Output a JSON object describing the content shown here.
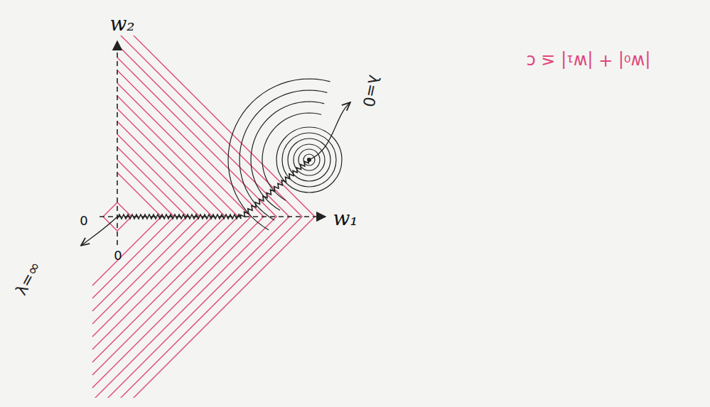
{
  "diagram": {
    "labels": [
      "w₂",
      "w₁",
      "0",
      "0",
      "λ=∞",
      "λ=0",
      "|w₀| + |w₁| ≤ c"
    ]
  }
}
